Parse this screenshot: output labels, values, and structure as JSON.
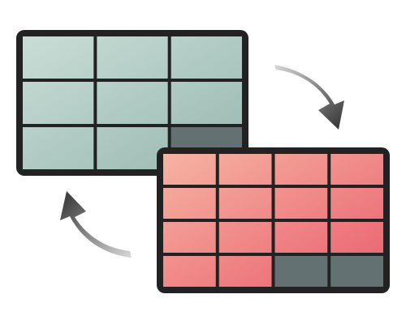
{
  "icon": {
    "name": "transform-table-icon",
    "description_tags": [
      "table-icon",
      "cycle-arrows-icon"
    ]
  },
  "top_table": {
    "rows": 3,
    "cols": 3,
    "dark_cells": [
      [
        2,
        2
      ]
    ],
    "fill_start": "#c9ddd6",
    "fill_end": "#97b8b0",
    "dark_cell_color": "#637172",
    "frame_color": "#222222"
  },
  "bottom_table": {
    "rows": 4,
    "cols": 4,
    "dark_cells": [
      [
        3,
        2
      ],
      [
        3,
        3
      ]
    ],
    "fill_start": "#f6b3a3",
    "fill_end": "#ea5f6d",
    "dark_cell_color": "#637172",
    "frame_color": "#222222"
  },
  "arrows": {
    "gradient_start": "#d8d8d8",
    "gradient_end": "#2f2f2f"
  }
}
